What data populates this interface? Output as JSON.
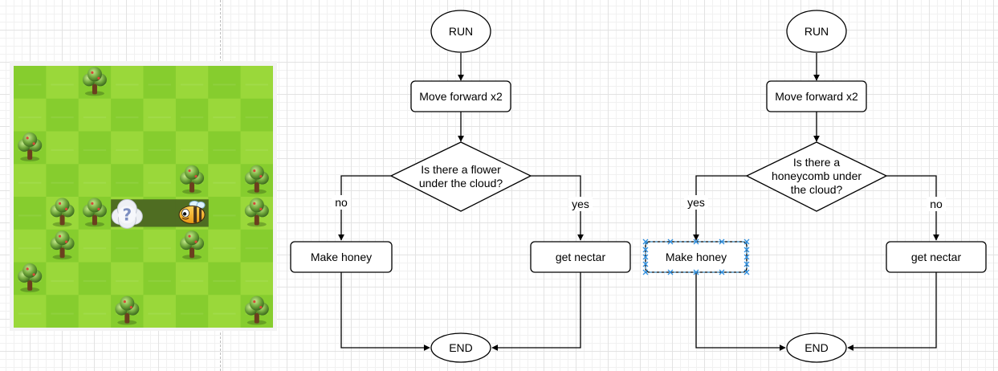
{
  "game": {
    "grid_cols": 8,
    "grid_rows": 8,
    "trees": [
      [
        2,
        0
      ],
      [
        0,
        2
      ],
      [
        5,
        3
      ],
      [
        7,
        3
      ],
      [
        1,
        4
      ],
      [
        2,
        4
      ],
      [
        7,
        4
      ],
      [
        1,
        5
      ],
      [
        5,
        5
      ],
      [
        0,
        6
      ],
      [
        3,
        7
      ],
      [
        7,
        7
      ]
    ],
    "path_cells": [
      [
        3,
        4
      ],
      [
        4,
        4
      ],
      [
        5,
        4
      ]
    ],
    "cloud": [
      3,
      4
    ],
    "bee": [
      5,
      4
    ],
    "cloud_symbol": "?"
  },
  "flowchart_left": {
    "start": "RUN",
    "step": "Move forward x2",
    "decision": [
      "Is there a flower",
      "under the cloud?"
    ],
    "branch_left_label": "no",
    "branch_right_label": "yes",
    "left_action": "Make honey",
    "right_action": "get nectar",
    "end": "END"
  },
  "flowchart_right": {
    "start": "RUN",
    "step": "Move forward x2",
    "decision": [
      "Is there a",
      "honeycomb under",
      "the cloud?"
    ],
    "branch_left_label": "yes",
    "branch_right_label": "no",
    "left_action": "Make honey",
    "right_action": "get nectar",
    "end": "END"
  }
}
